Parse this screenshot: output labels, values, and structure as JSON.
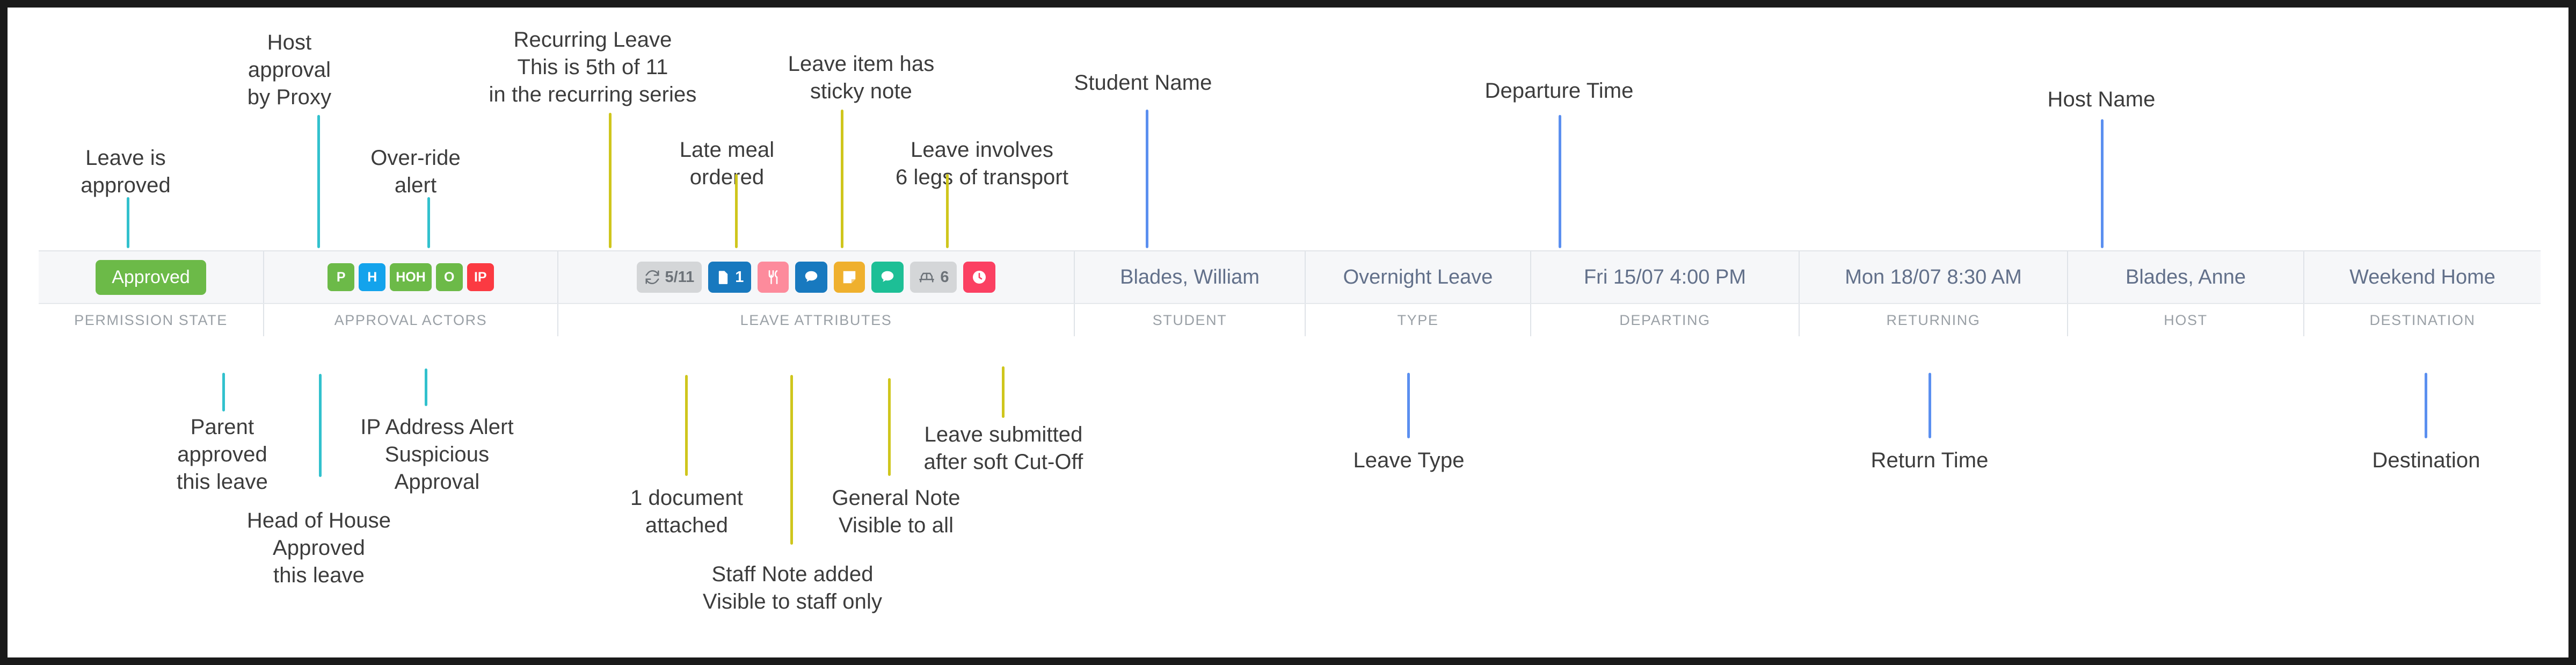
{
  "table": {
    "columns": [
      {
        "key": "permission_state",
        "header": "PERMISSION  STATE"
      },
      {
        "key": "approval_actors",
        "header": "APPROVAL ACTORS"
      },
      {
        "key": "leave_attributes",
        "header": "LEAVE ATTRIBUTES"
      },
      {
        "key": "student",
        "header": "STUDENT"
      },
      {
        "key": "type",
        "header": "TYPE"
      },
      {
        "key": "departing",
        "header": "DEPARTING"
      },
      {
        "key": "returning",
        "header": "RETURNING"
      },
      {
        "key": "host",
        "header": "HOST"
      },
      {
        "key": "destination",
        "header": "DESTINATION"
      }
    ],
    "row": {
      "permission_state": "Approved",
      "approval_actors": [
        {
          "label": "P",
          "color": "green",
          "name": "parent"
        },
        {
          "label": "H",
          "color": "blue",
          "name": "host"
        },
        {
          "label": "HOH",
          "color": "green",
          "name": "head-of-house"
        },
        {
          "label": "O",
          "color": "green",
          "name": "override"
        },
        {
          "label": "IP",
          "color": "red",
          "name": "ip-address-alert"
        }
      ],
      "leave_attributes": [
        {
          "icon": "recurring-icon",
          "text": "5/11",
          "color": "grey",
          "name": "recurring-leave-badge"
        },
        {
          "icon": "document-icon",
          "text": "1",
          "color": "blue",
          "name": "document-attached-badge"
        },
        {
          "icon": "cutlery-icon",
          "text": "",
          "color": "pink",
          "name": "late-meal-badge"
        },
        {
          "icon": "speech-icon",
          "text": "",
          "color": "blue",
          "name": "staff-note-badge"
        },
        {
          "icon": "sticky-note-icon",
          "text": "",
          "color": "amber",
          "name": "sticky-note-badge"
        },
        {
          "icon": "speech-icon",
          "text": "",
          "color": "teal",
          "name": "general-note-badge"
        },
        {
          "icon": "transport-icon",
          "text": "6",
          "color": "grey",
          "name": "transport-legs-badge"
        },
        {
          "icon": "clock-icon",
          "text": "",
          "color": "red",
          "name": "soft-cutoff-badge"
        }
      ],
      "student": "Blades, William",
      "type": "Overnight Leave",
      "departing": "Fri 15/07 4:00 PM",
      "returning": "Mon 18/07 8:30 AM",
      "host": "Blades, Anne",
      "destination": "Weekend Home"
    }
  },
  "annotations_top": [
    {
      "name": "anno-leave-is-approved",
      "text": "Leave is\napproved",
      "color": "teal"
    },
    {
      "name": "anno-host-approval-proxy",
      "text": "Host\napproval\nby Proxy",
      "color": "teal"
    },
    {
      "name": "anno-override-alert",
      "text": "Over-ride\nalert",
      "color": "teal"
    },
    {
      "name": "anno-recurring-leave",
      "text": "Recurring Leave\nThis is 5th of 11\nin the recurring series",
      "color": "olive"
    },
    {
      "name": "anno-late-meal",
      "text": "Late meal\nordered",
      "color": "olive"
    },
    {
      "name": "anno-sticky-note",
      "text": "Leave item has\nsticky note",
      "color": "olive"
    },
    {
      "name": "anno-transport-legs",
      "text": "Leave involves\n6 legs of transport",
      "color": "olive"
    },
    {
      "name": "anno-student-name",
      "text": "Student Name",
      "color": "blue"
    },
    {
      "name": "anno-departure-time",
      "text": "Departure Time",
      "color": "blue"
    },
    {
      "name": "anno-host-name",
      "text": "Host Name",
      "color": "blue"
    }
  ],
  "annotations_bottom": [
    {
      "name": "anno-parent-approved",
      "text": "Parent\napproved\nthis leave",
      "color": "teal"
    },
    {
      "name": "anno-hoh-approved",
      "text": "Head of House\nApproved\nthis leave",
      "color": "teal"
    },
    {
      "name": "anno-ip-address-alert",
      "text": "IP Address Alert\nSuspicious\nApproval",
      "color": "teal"
    },
    {
      "name": "anno-document-attached",
      "text": "1 document\nattached",
      "color": "olive"
    },
    {
      "name": "anno-staff-note",
      "text": "Staff Note added\nVisible to staff only",
      "color": "olive"
    },
    {
      "name": "anno-general-note",
      "text": "General Note\nVisible to all",
      "color": "olive"
    },
    {
      "name": "anno-soft-cutoff",
      "text": "Leave submitted\nafter soft Cut-Off",
      "color": "olive"
    },
    {
      "name": "anno-leave-type",
      "text": "Leave Type",
      "color": "blue"
    },
    {
      "name": "anno-return-time",
      "text": "Return Time",
      "color": "blue"
    },
    {
      "name": "anno-destination",
      "text": "Destination",
      "color": "blue"
    }
  ],
  "colors": {
    "teal_leader": "#32c1cd",
    "olive_leader": "#cfc61d",
    "blue_leader": "#5b8ff0",
    "approved_green": "#6cba48",
    "alert_red": "#fb3a42"
  }
}
